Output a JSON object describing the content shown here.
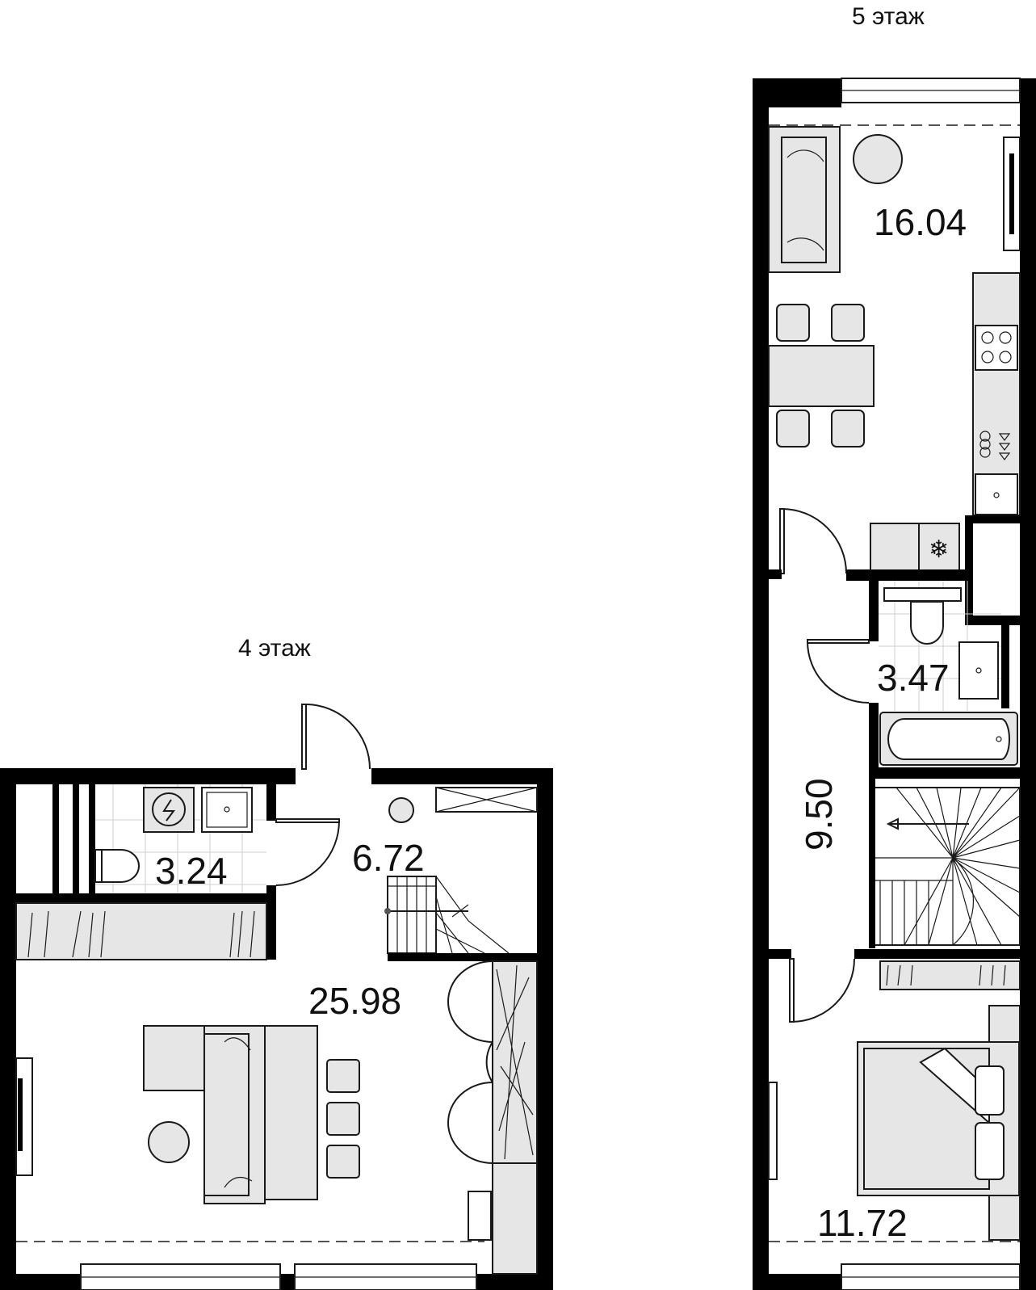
{
  "floors": {
    "floor4_label": "4 этаж",
    "floor5_label": "5 этаж"
  },
  "rooms": {
    "bathroom4_area": "3.24",
    "hall4_area": "6.72",
    "living4_area": "25.98",
    "kitchen5_area": "16.04",
    "bathroom5_area": "3.47",
    "hall5_area": "9.50",
    "bedroom5_area": "11.72"
  },
  "colors": {
    "wall": "#000000",
    "furniture": "#e6e6e6",
    "background": "#ffffff"
  }
}
